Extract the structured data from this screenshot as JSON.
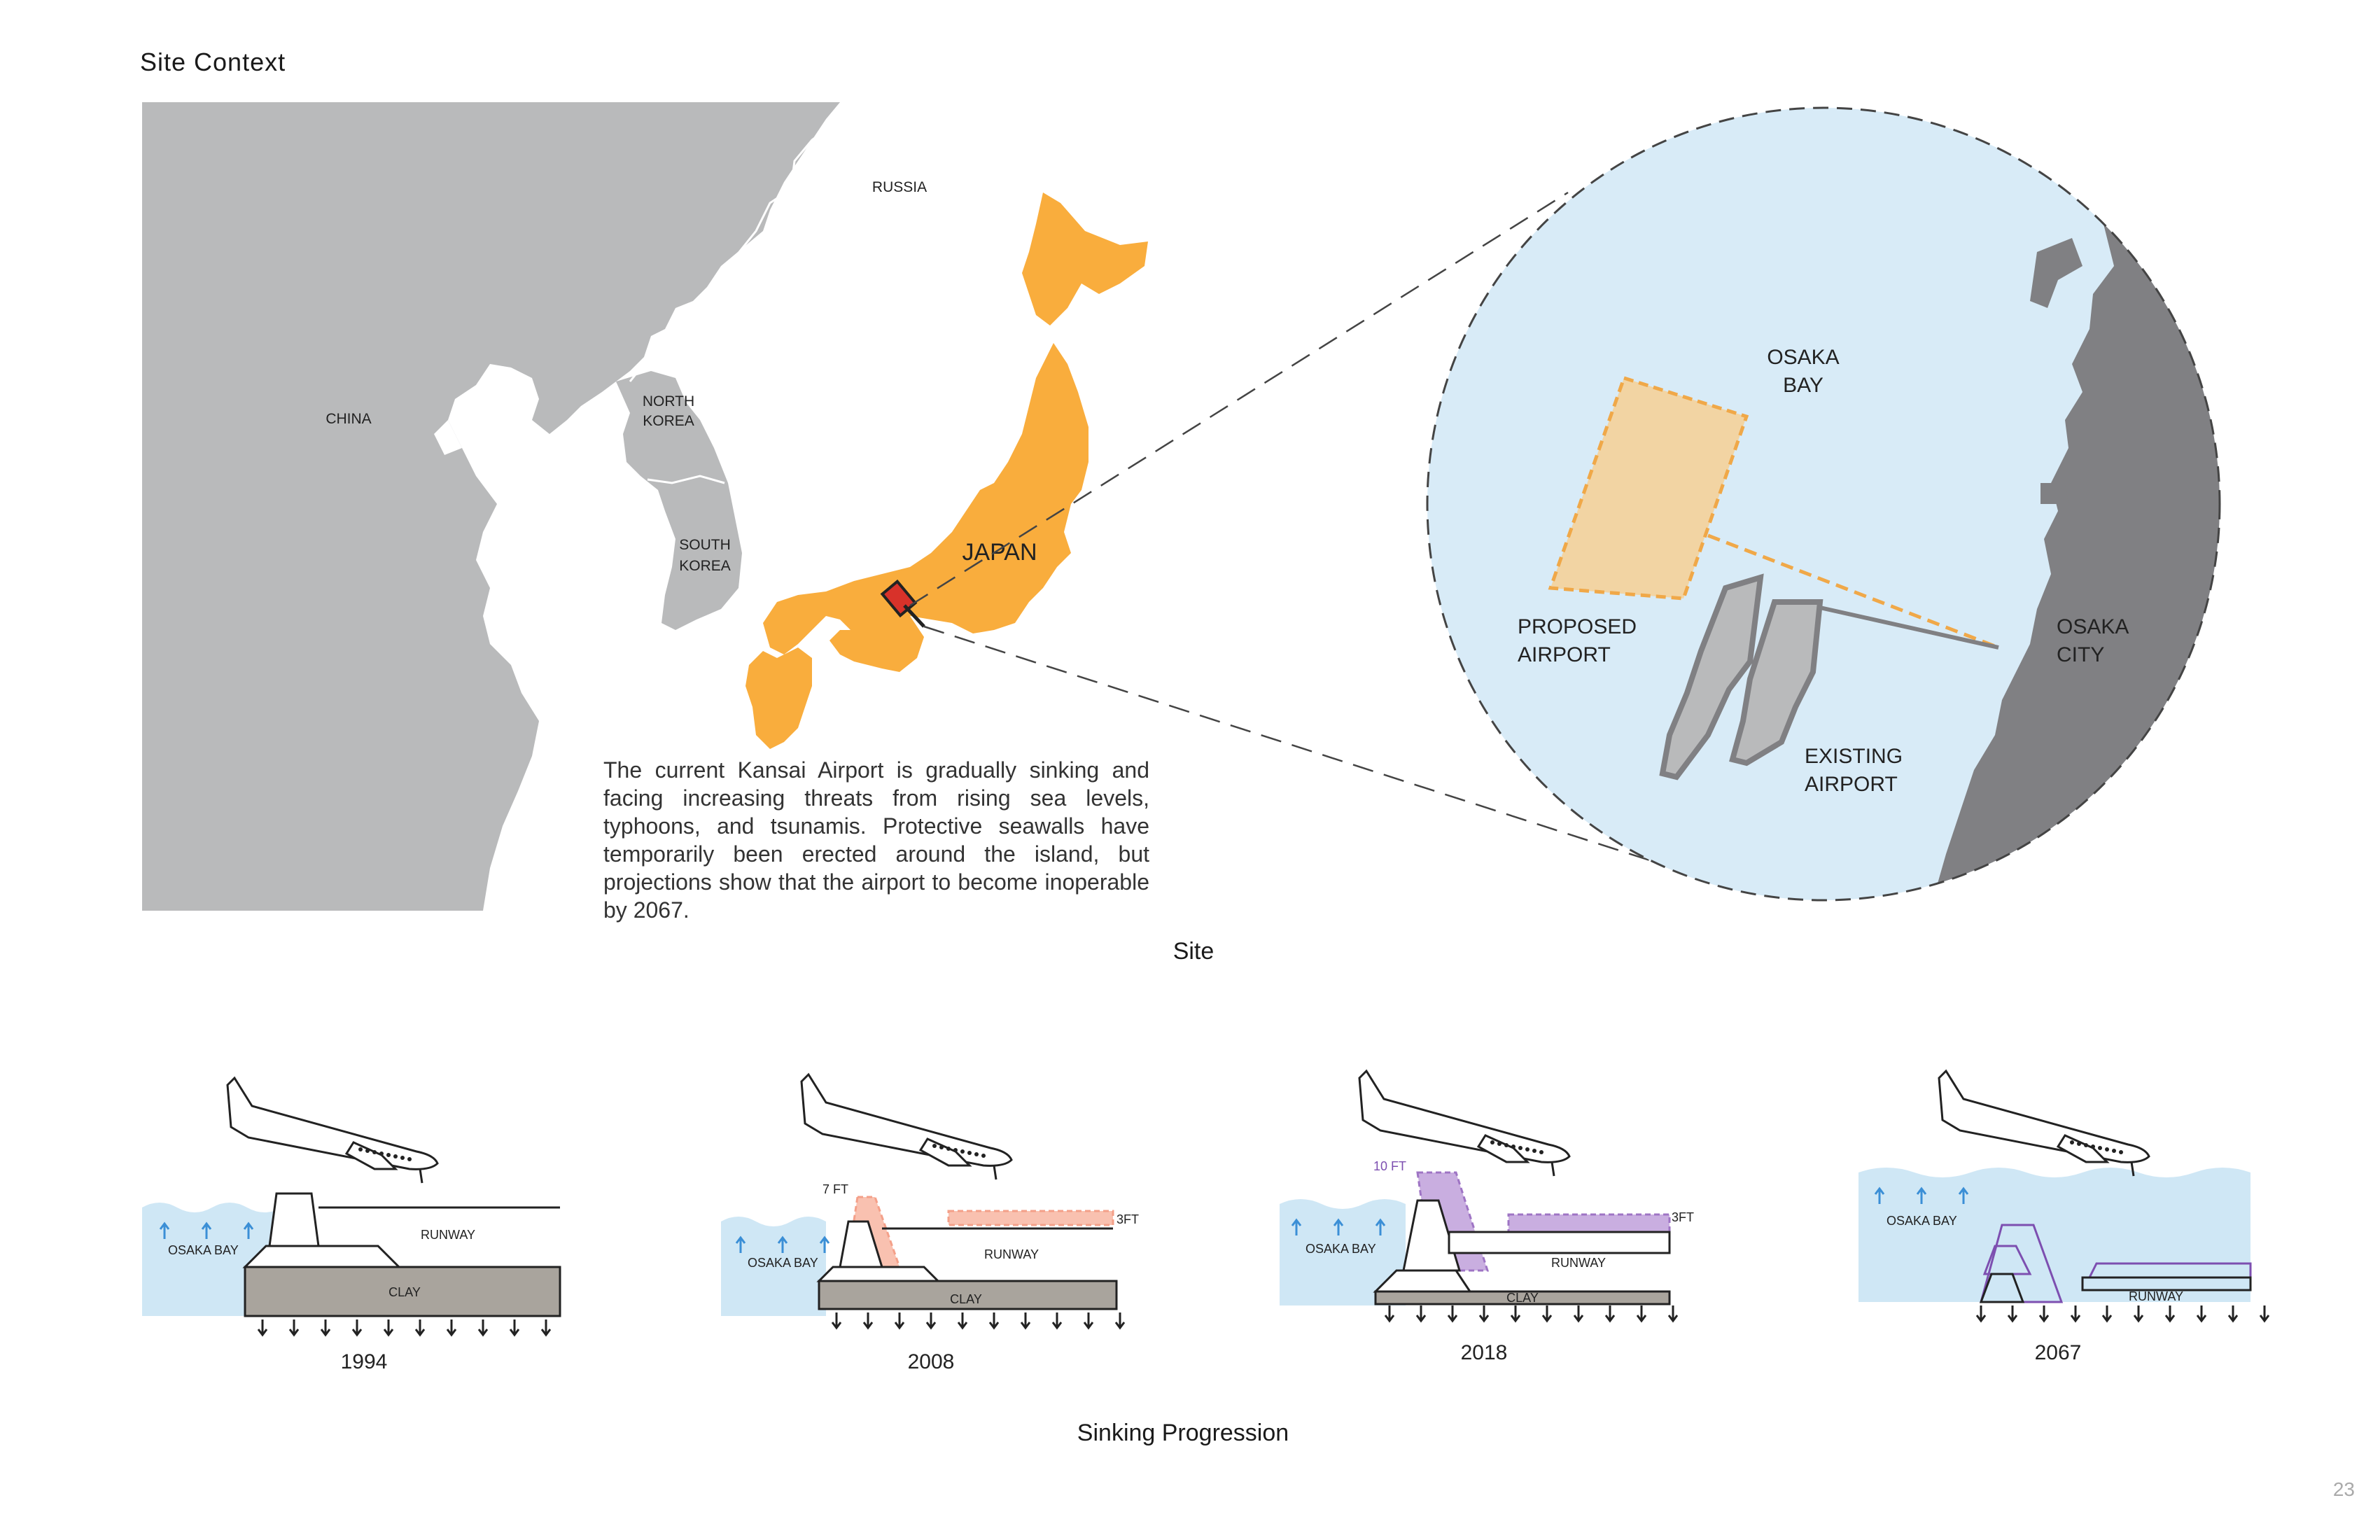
{
  "page": {
    "title": "Site Context",
    "site_caption": "Site",
    "progression_caption": "Sinking Progression",
    "page_number": "23",
    "description": "The current Kansai Airport is gradually sinking and facing increasing threats from rising sea levels, typhoons, and tsunamis. Protective seawalls have temporarily been erected around the island, but projections show that the airport to become inoperable by 2067."
  },
  "map_labels": {
    "russia": "RUSSIA",
    "china": "CHINA",
    "north_korea_1": "NORTH",
    "north_korea_2": "KOREA",
    "south_korea_1": "SOUTH",
    "south_korea_2": "KOREA",
    "japan": "JAPAN"
  },
  "detail_labels": {
    "osaka_bay_1": "OSAKA",
    "osaka_bay_2": "BAY",
    "proposed_1": "PROPOSED",
    "proposed_2": "AIRPORT",
    "existing_1": "EXISTING",
    "existing_2": "AIRPORT",
    "osaka_city_1": "OSAKA",
    "osaka_city_2": "CITY"
  },
  "colors": {
    "land_grey": "#b9babb",
    "japan_orange": "#f9ad3d",
    "water_blue": "#d8ebf7",
    "city_dark": "#808083",
    "proposed_fill": "#f2d4a3",
    "proposed_stroke": "#f0a848",
    "sea_blue": "#cfe7f5",
    "wall_red": "#f4a089",
    "wall_purple": "#9e74c4",
    "clay": "#a9a49d"
  },
  "stages": [
    {
      "year": "1994",
      "bay": "OSAKA BAY",
      "runway": "RUNWAY",
      "clay": "CLAY",
      "wall_note": "",
      "side_note": ""
    },
    {
      "year": "2008",
      "bay": "OSAKA BAY",
      "runway": "RUNWAY",
      "clay": "CLAY",
      "wall_note": "7 FT",
      "side_note": "3FT"
    },
    {
      "year": "2018",
      "bay": "OSAKA BAY",
      "runway": "RUNWAY",
      "clay": "CLAY",
      "wall_note": "10 FT",
      "side_note": "3FT"
    },
    {
      "year": "2067",
      "bay": "OSAKA BAY",
      "runway": "RUNWAY",
      "clay": "",
      "wall_note": "",
      "side_note": ""
    }
  ]
}
